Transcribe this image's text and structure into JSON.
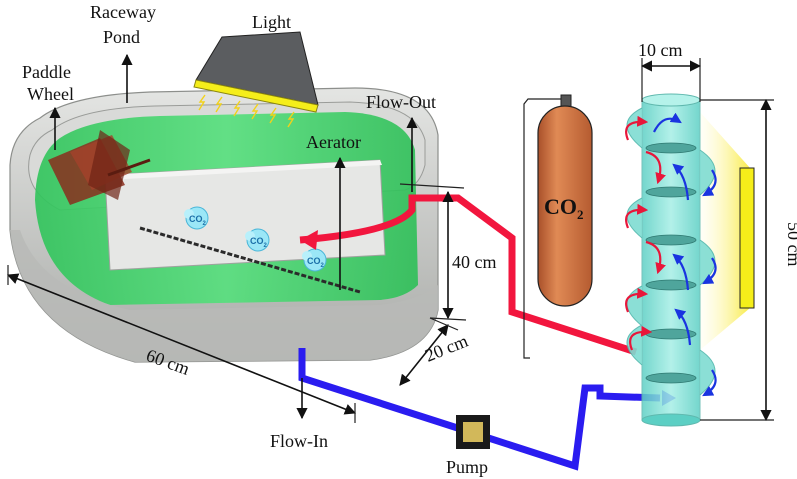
{
  "labels": {
    "raceway_1": "Raceway",
    "raceway_2": "Pond",
    "light": "Light",
    "paddle_1": "Paddle",
    "paddle_2": "Wheel",
    "flow_out": "Flow-Out",
    "aerator": "Aerator",
    "flow_in": "Flow-In",
    "pump": "Pump",
    "co2_main": "CO",
    "co2_sub": "2",
    "bubble_main": "CO",
    "bubble_sub": "2"
  },
  "dimensions": {
    "length": "60 cm",
    "width": "20 cm",
    "height": "40 cm",
    "column_width": "10 cm",
    "column_height": "50 cm"
  },
  "colors": {
    "pond_wall": "#c9cbc8",
    "water": "#39d36a",
    "flow_out_pipe": "#f2163e",
    "flow_in_pipe": "#2a1cf0",
    "column": "#7fe0d6",
    "co2_tank": "#cf6f3f",
    "light_panel": "#f5ee1a",
    "paddle": "#8a2e1d"
  },
  "icons": [
    "light-panel-icon",
    "co2-tank-icon",
    "pump-icon",
    "paddle-wheel-icon",
    "co2-bubble-icon"
  ]
}
